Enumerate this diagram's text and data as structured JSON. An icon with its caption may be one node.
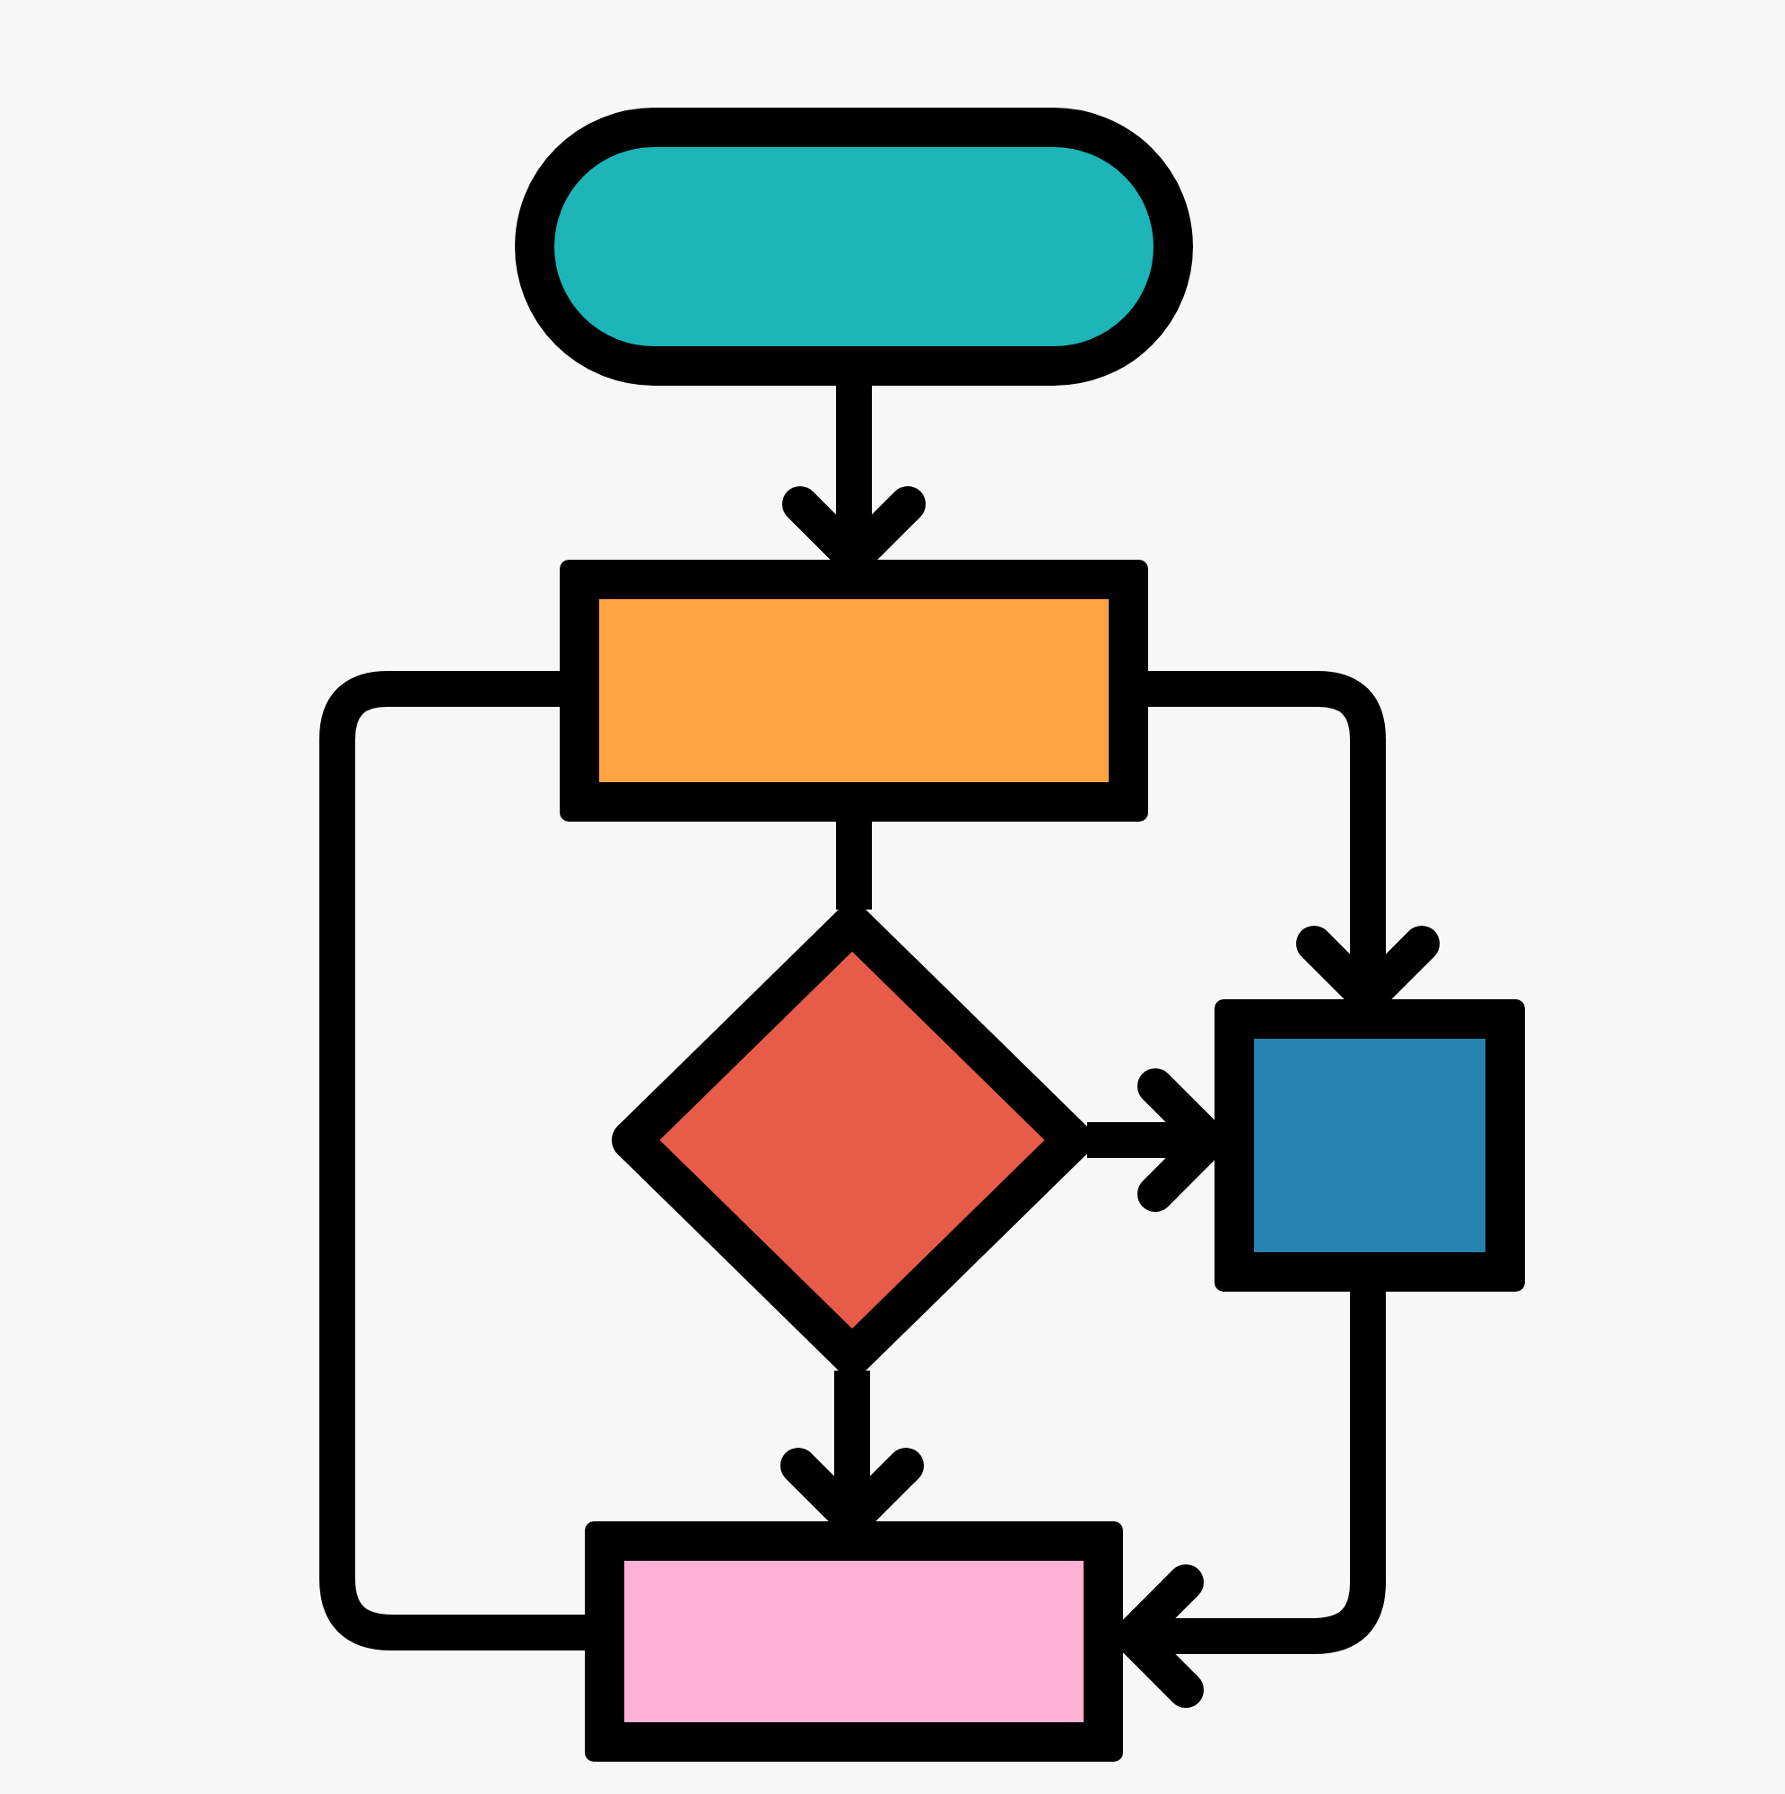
{
  "diagram": {
    "nodes": [
      {
        "text": [],
        "shape": "pill"
      },
      {
        "text": [],
        "shape": "box"
      },
      {
        "text": [],
        "shape": "diamond"
      },
      {
        "text": [],
        "shape": "box"
      },
      {
        "text": [],
        "shape": "box"
      }
    ],
    "edges": [
      {
        "from": 0,
        "to": 1,
        "arrow": "to"
      },
      {
        "from": 1,
        "to": 2,
        "arrow": "none"
      },
      {
        "from": 1,
        "to": 3,
        "arrow": "to"
      },
      {
        "from": 2,
        "to": 3,
        "arrow": "to"
      },
      {
        "from": 2,
        "to": 4,
        "arrow": "to"
      },
      {
        "from": 1,
        "to": 4,
        "arrow": "none"
      },
      {
        "from": 3,
        "to": 4,
        "arrow": "to"
      }
    ]
  }
}
